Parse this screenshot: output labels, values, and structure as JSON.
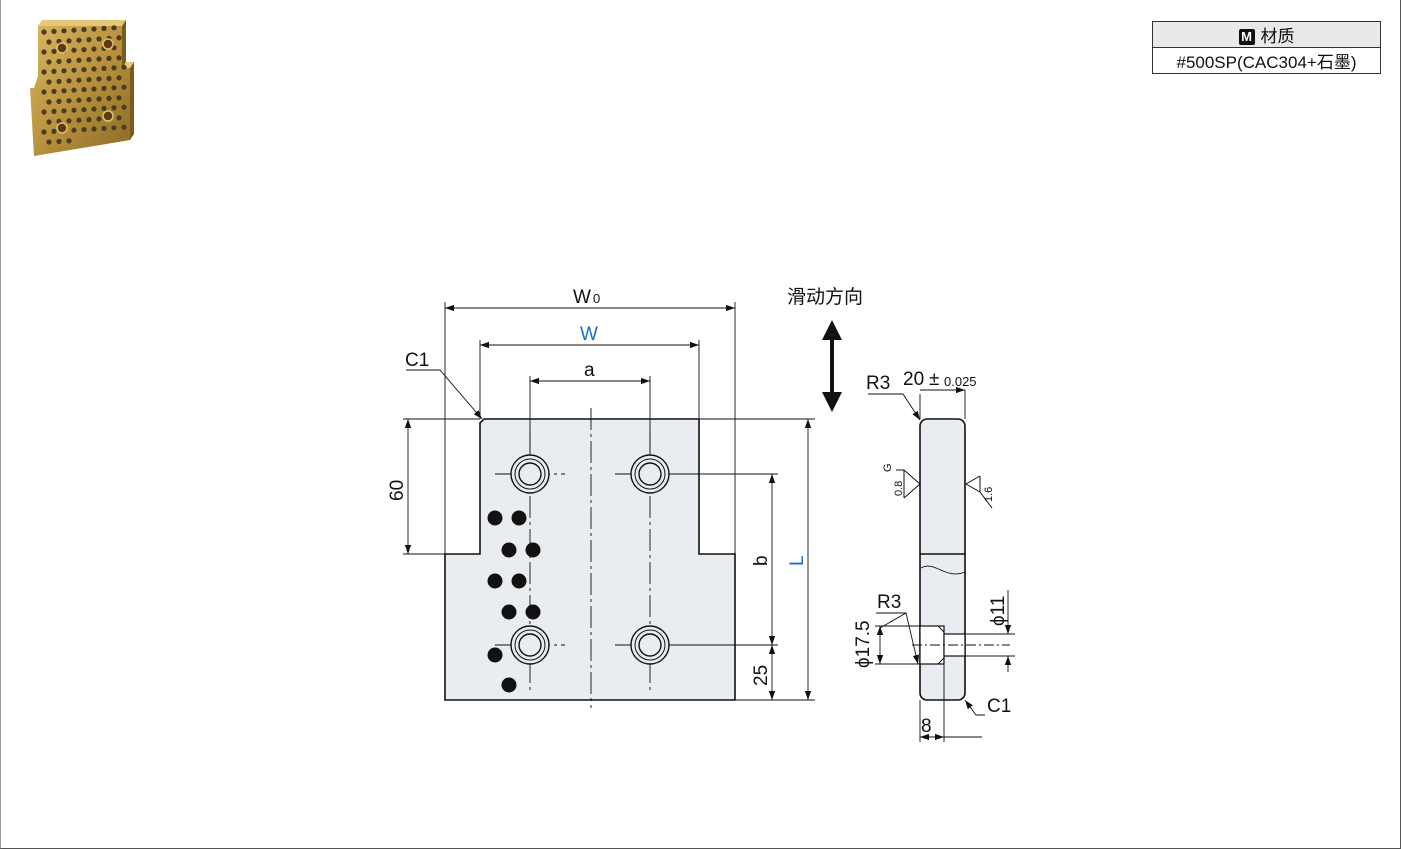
{
  "material": {
    "badge": "M",
    "header": "材质",
    "value": "#500SP(CAC304+石墨)"
  },
  "drawing": {
    "slide_direction": "滑动方向",
    "front": {
      "W0": "W",
      "W0_sub": "0",
      "W": "W",
      "a": "a",
      "chamfer": "C1",
      "step_height": "60",
      "b": "b",
      "L": "L",
      "bottom_offset": "25"
    },
    "side": {
      "radius_top": "R3",
      "thickness": "20",
      "tolerance_sign": "±",
      "tolerance": "0.025",
      "roughness_left_g": "G",
      "roughness_left_val": "0.8",
      "roughness_right_val": "1.6",
      "radius_hole": "R3",
      "counterbore_dia": "ϕ17.5",
      "hole_dia": "ϕ11",
      "chamfer": "C1",
      "counterbore_depth": "8"
    }
  },
  "colors": {
    "plate_fill": "#e9ecf0",
    "accent_blue": "#1a6fc0",
    "bronze": "#b8923c"
  }
}
